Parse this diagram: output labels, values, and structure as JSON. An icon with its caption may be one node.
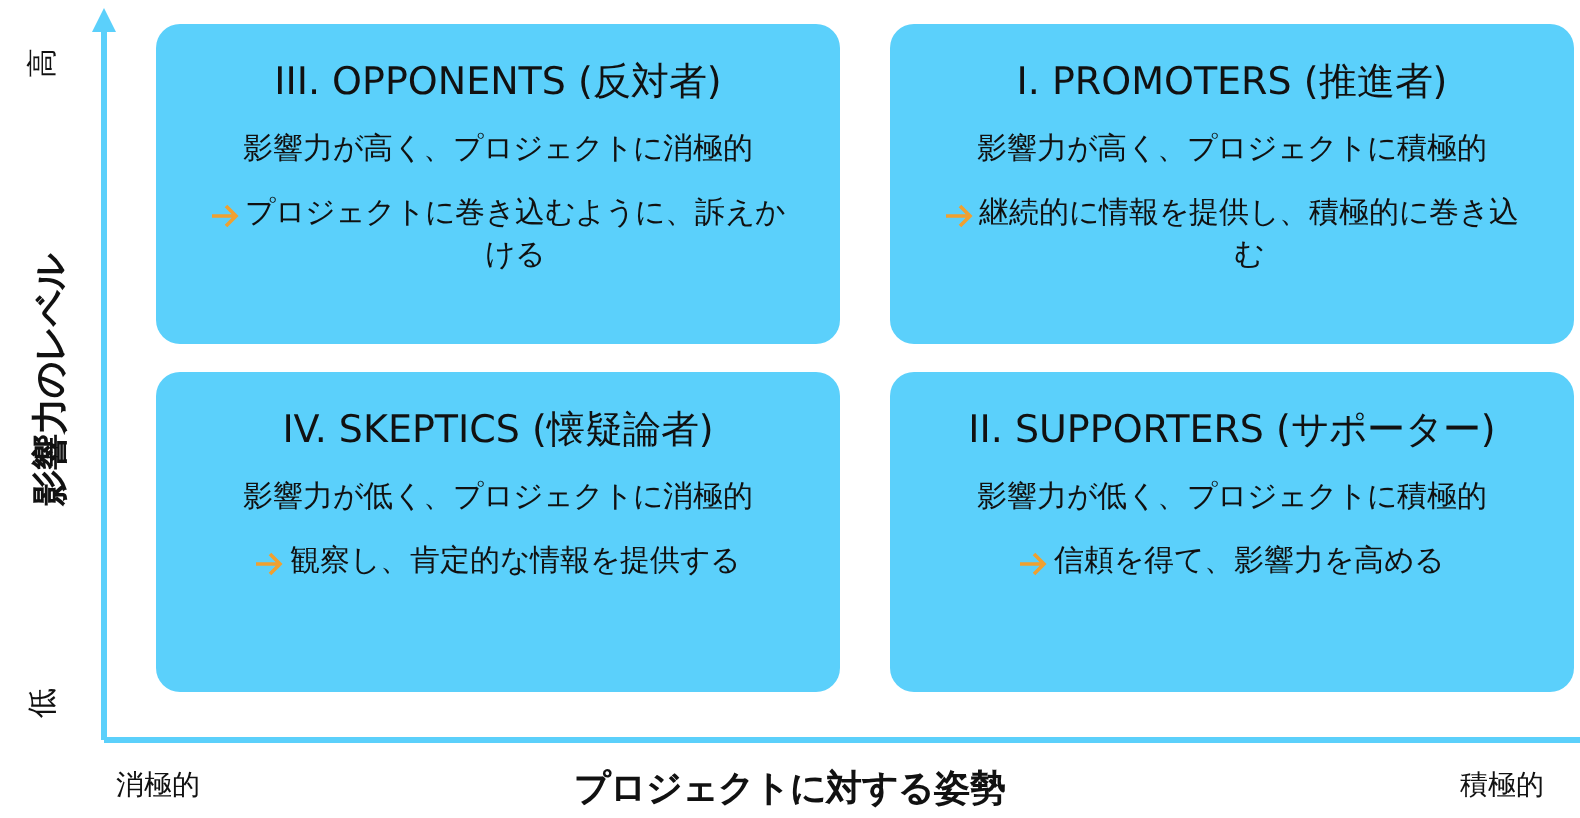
{
  "diagram": {
    "nodes": [
      {
        "text": [
          "III. OPPONENTS (反対者)",
          "影響力が高く、プロジェクトに消極的",
          "プロジェクトに巻き込むように、訴えかける"
        ]
      },
      {
        "text": [
          "I. PROMOTERS (推進者)",
          "影響力が高く、プロジェクトに積極的",
          "継続的に情報を提供し、積極的に巻き込む"
        ]
      },
      {
        "text": [
          "IV. SKEPTICS (懐疑論者)",
          "影響力が低く、プロジェクトに消極的",
          "観察し、肯定的な情報を提供する"
        ]
      },
      {
        "text": [
          "II. SUPPORTERS (サポーター)",
          "影響力が低く、プロジェクトに積極的",
          "信頼を得て、影響力を高める"
        ]
      }
    ],
    "edges": [],
    "labels": [
      "高",
      "影響力のレベル",
      "低",
      "消極的",
      "プロジェクトに対する姿勢",
      "積極的"
    ]
  }
}
